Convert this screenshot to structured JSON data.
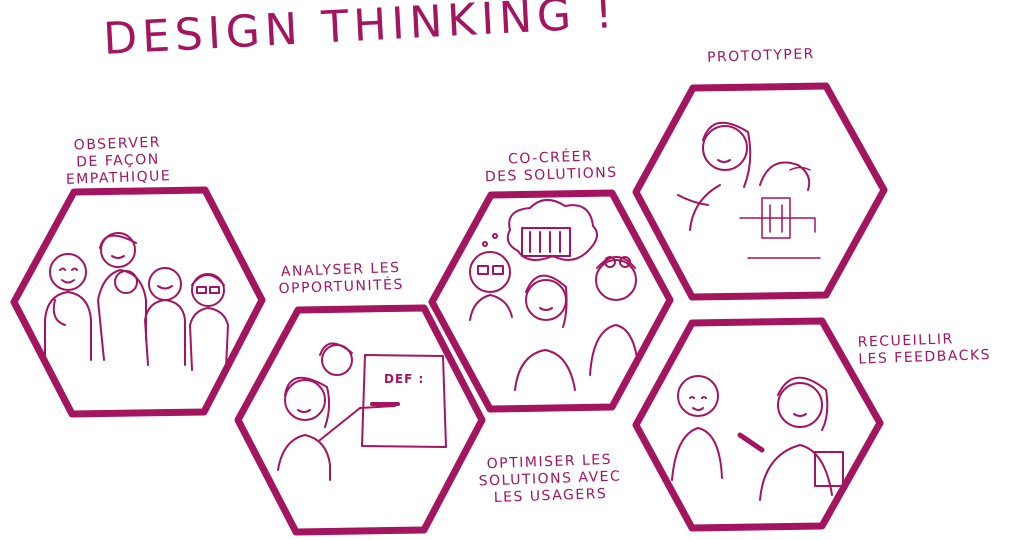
{
  "title": "DESIGN THINKING !",
  "colors": {
    "ink": "#a3155f",
    "background": "#ffffff"
  },
  "steps": [
    {
      "id": "observer",
      "lines": [
        "OBSERVER",
        "DE FAÇON",
        "EMPATHIQUE"
      ]
    },
    {
      "id": "analyser",
      "lines": [
        "ANALYSER LES",
        "OPPORTUNITÉS"
      ]
    },
    {
      "id": "co-creer",
      "lines": [
        "CO-CRÉER",
        "DES SOLUTIONS"
      ]
    },
    {
      "id": "prototyper",
      "lines": [
        "PROTOTYPER"
      ]
    },
    {
      "id": "recueillir",
      "lines": [
        "RECUEILLIR",
        "LES FEEDBACKS"
      ]
    },
    {
      "id": "optimiser",
      "lines": [
        "OPTIMISER LES",
        "SOLUTIONS AVEC",
        "LES USAGERS"
      ]
    }
  ],
  "board_text": "DEF :"
}
